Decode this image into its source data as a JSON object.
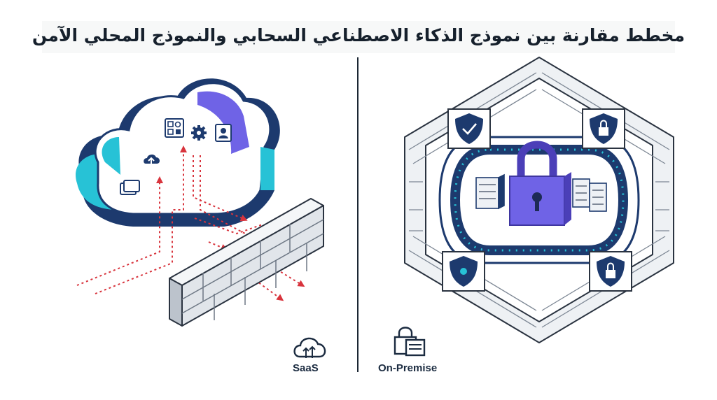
{
  "title": "مخطط مقارنة بين نموذج الذكاء الاصطناعي السحابي والنموذج المحلي الآمن",
  "labels": {
    "saas": "SaaS",
    "on_premise": "On-Premise"
  },
  "icons": {
    "left_panel": [
      "cloud-icon",
      "upload-cloud-icon",
      "folder-icon",
      "dashboard-grid-icon",
      "gear-icon",
      "user-badge-icon",
      "firewall-wall-icon",
      "data-flow-arrows"
    ],
    "right_panel": [
      "fortress-wall-icon",
      "shield-check-icon",
      "lock-shield-icon",
      "bug-shield-icon",
      "padlock-icon",
      "server-rack-icon"
    ],
    "saas_badge": "cloud-upload-icon",
    "on_premise_badge": "lock-server-icon"
  },
  "colors": {
    "dark_navy": "#1d3a6e",
    "cyan": "#27c2d6",
    "violet": "#6f63e6",
    "red_arrows": "#d8343d",
    "wall_gray": "#d9dee4",
    "text": "#16202c"
  }
}
